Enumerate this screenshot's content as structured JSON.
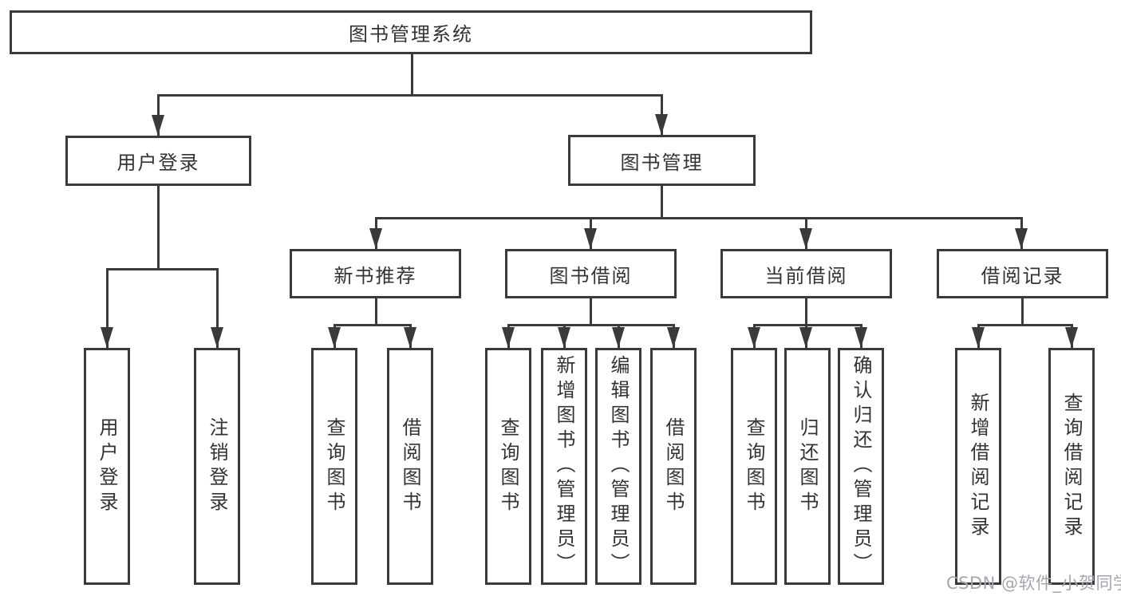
{
  "diagram": {
    "title": "图书管理系统",
    "level2": [
      {
        "label": "用户登录"
      },
      {
        "label": "图书管理"
      }
    ],
    "level3": [
      {
        "label": "新书推荐"
      },
      {
        "label": "图书借阅"
      },
      {
        "label": "当前借阅"
      },
      {
        "label": "借阅记录"
      }
    ],
    "leaves": {
      "user_login": [
        {
          "label": "用户登录"
        },
        {
          "label": "注销登录"
        }
      ],
      "new_book_recommend": [
        {
          "label": "查询图书"
        },
        {
          "label": "借阅图书"
        }
      ],
      "book_borrow": [
        {
          "label": "查询图书"
        },
        {
          "label": "新增图书（管理员）"
        },
        {
          "label": "编辑图书（管理员）"
        },
        {
          "label": "借阅图书"
        }
      ],
      "current_borrow": [
        {
          "label": "查询图书"
        },
        {
          "label": "归还图书"
        },
        {
          "label": "确认归还（管理员）"
        }
      ],
      "borrow_record": [
        {
          "label": "新增借阅记录"
        },
        {
          "label": "查询借阅记录"
        }
      ]
    },
    "watermark": "CSDN @软件_小贺同学",
    "colors": {
      "line": "#3a3a3a",
      "text": "#333333",
      "watermark": "#a6a6ad",
      "background": "#ffffff"
    }
  }
}
